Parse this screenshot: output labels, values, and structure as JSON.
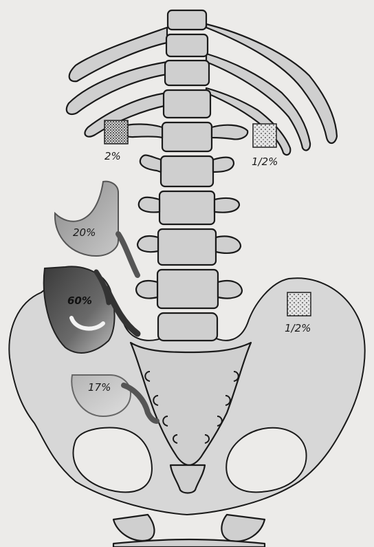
{
  "figure": {
    "regions": [
      {
        "id": "upper-left-square",
        "label": "2%",
        "pattern": "dense-stipple"
      },
      {
        "id": "upper-right-square",
        "label": "1/2%",
        "pattern": "light-stipple"
      },
      {
        "id": "iliac-square",
        "label": "1/2%",
        "pattern": "light-stipple"
      },
      {
        "id": "subhepatic-region",
        "label": "20%",
        "shade": "medium"
      },
      {
        "id": "retrocecal-region",
        "label": "60%",
        "shade": "dark"
      },
      {
        "id": "pelvic-region",
        "label": "17%",
        "shade": "light"
      }
    ]
  }
}
